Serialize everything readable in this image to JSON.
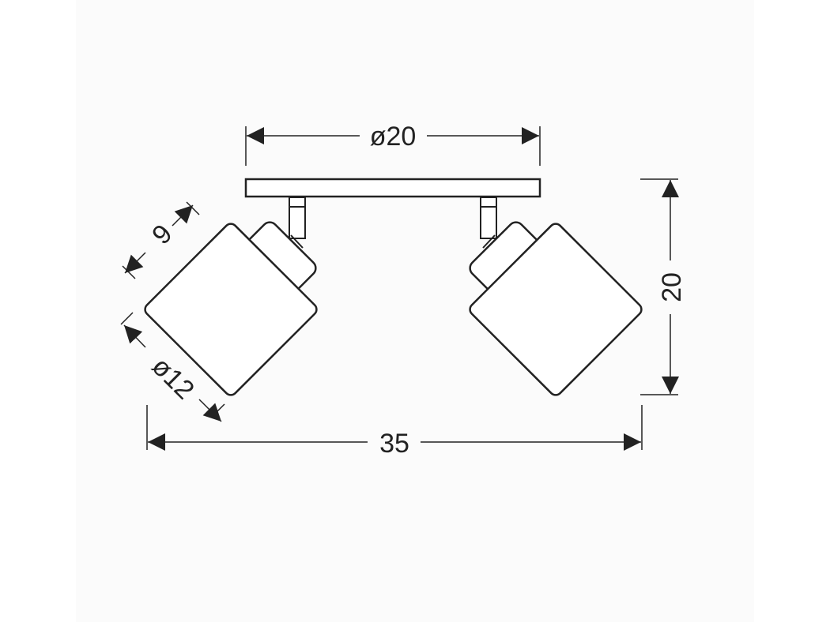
{
  "diagram": {
    "dimensions": {
      "top_width": "ø20",
      "overall_width": "35",
      "height": "20",
      "shade_depth": "9",
      "shade_diameter": "ø12"
    }
  }
}
